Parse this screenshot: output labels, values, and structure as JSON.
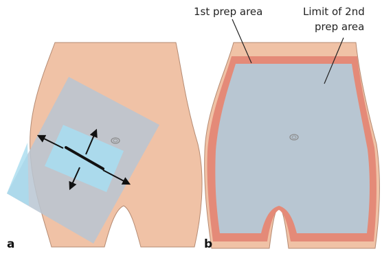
{
  "panels": [
    {
      "label": "a"
    },
    {
      "label": "b"
    }
  ],
  "callouts": {
    "first_prep_area": "1st prep area",
    "limit_line1": "Limit of 2nd",
    "limit_line2": "prep area"
  },
  "colors": {
    "skin": "#f0c2a6",
    "skin_edge": "#b48a72",
    "prep_area": "#b8c6d2",
    "inner_pad": "#a8dcef",
    "border_band": "#e48a78",
    "arrow": "#111111"
  },
  "icons": {
    "navel": "navel-icon",
    "arrows": "arrow-icon"
  }
}
